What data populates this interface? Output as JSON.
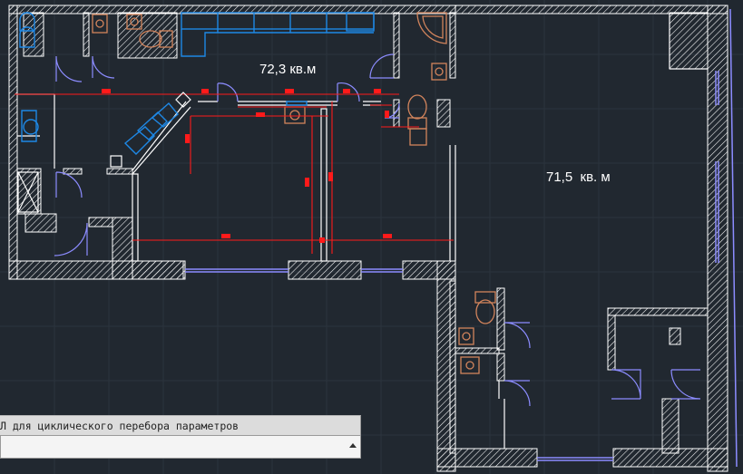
{
  "rooms": [
    {
      "area": "72,3 кв.м"
    },
    {
      "area": "71,5  кв. м"
    }
  ],
  "command_line": {
    "history": "Л для циклического перебора параметров",
    "input_value": ""
  },
  "colors": {
    "background": "#212830",
    "wall": "#ffffff",
    "fixture_blue": "#1e88e5",
    "fixture_brown": "#d2845c",
    "dimension_red": "#ff1a1a",
    "door_violet": "#8c8cff"
  },
  "icons": {
    "cmd_scroll": "triangle-up-icon"
  }
}
